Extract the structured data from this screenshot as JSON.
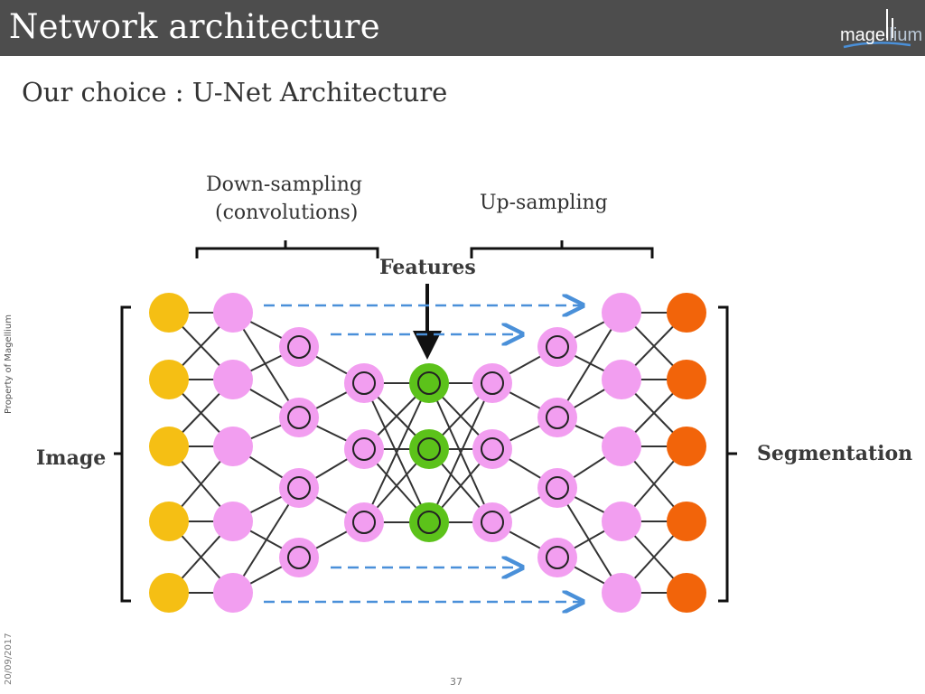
{
  "header": {
    "title": "Network architecture",
    "logo_main": "magel",
    "logo_light": "lium"
  },
  "subtitle": "Our choice : U-Net Architecture",
  "labels": {
    "down_sampling": "Down-sampling",
    "convolutions": "(convolutions)",
    "up_sampling": "Up-sampling",
    "features": "Features",
    "image": "Image",
    "segmentation": "Segmentation"
  },
  "footer": {
    "property": "Property of Magellium",
    "date": "20/09/2017",
    "page_number": "37"
  },
  "colors": {
    "header_bg": "#4d4d4d",
    "input_node": "#f5bf14",
    "hidden_node": "#f29ef0",
    "feature_node": "#5cc21a",
    "output_node": "#f2640a",
    "skip_arrow": "#4a90d9",
    "edge": "#333333"
  },
  "network": {
    "layers": [
      {
        "name": "input-layer",
        "type": "input",
        "nodes": 5
      },
      {
        "name": "down-layer-1",
        "type": "hidden",
        "nodes": 5
      },
      {
        "name": "down-layer-2",
        "type": "hidden-ring",
        "nodes": 4
      },
      {
        "name": "down-layer-3",
        "type": "hidden-ring",
        "nodes": 3
      },
      {
        "name": "features-layer",
        "type": "feature",
        "nodes": 3
      },
      {
        "name": "up-layer-3",
        "type": "hidden-ring",
        "nodes": 3
      },
      {
        "name": "up-layer-2",
        "type": "hidden-ring",
        "nodes": 4
      },
      {
        "name": "up-layer-1",
        "type": "hidden",
        "nodes": 5
      },
      {
        "name": "output-layer",
        "type": "output",
        "nodes": 5
      }
    ]
  }
}
